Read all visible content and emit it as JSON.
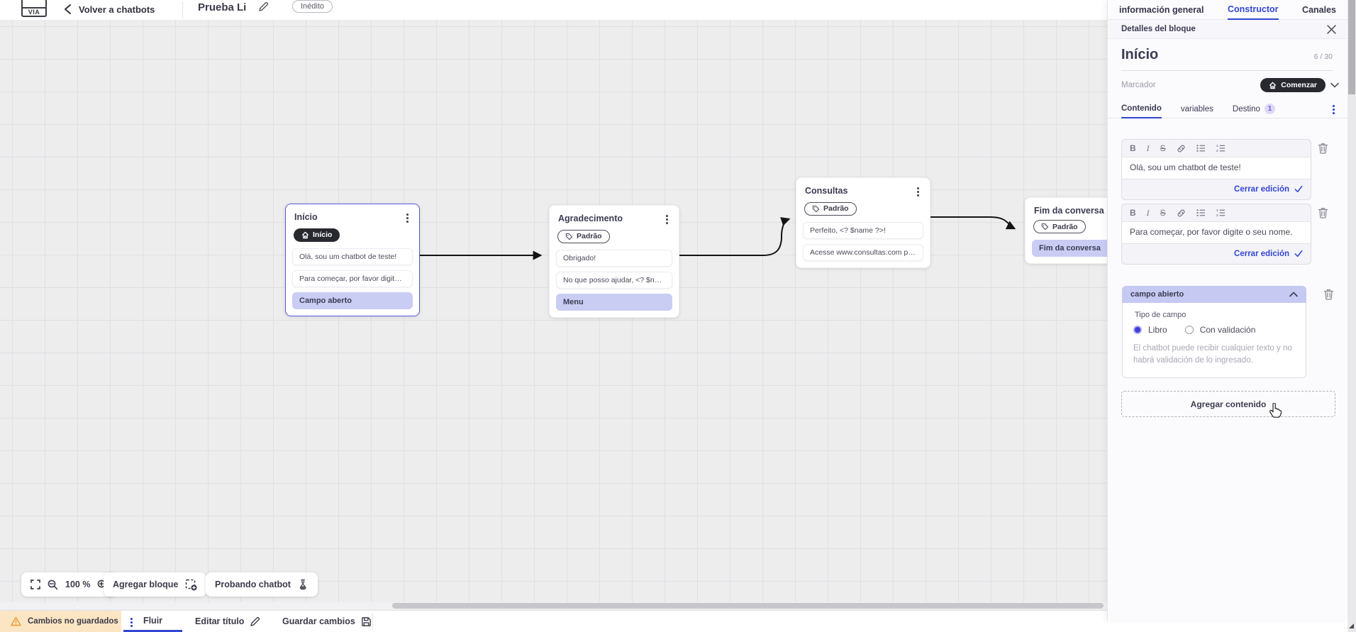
{
  "colors": {
    "accent_blue": "#3346d3",
    "purple_item": "#c9cdf4",
    "dark_pill": "#28282f",
    "warning_bg": "#fbe5c3",
    "canvas_bg": "#ededee",
    "selected_border": "#5d59d6"
  },
  "topbar": {
    "logo_text": "VIA",
    "back_label": "Volver a chatbots",
    "title": "Prueba Li",
    "status_badge": "Inédito"
  },
  "panel": {
    "tabs": [
      {
        "label": "información general"
      },
      {
        "label": "Constructor"
      },
      {
        "label": "Canales"
      }
    ],
    "header": "Detalles del bloque",
    "block_title": "Início",
    "count": "6 / 30",
    "marker_label": "Marcador",
    "marker_value": "Comenzar",
    "subtabs": [
      {
        "label": "Contenido"
      },
      {
        "label": "variables"
      },
      {
        "label": "Destino",
        "badge": "1"
      }
    ],
    "editors": [
      {
        "text": "Olá, sou um chatbot de teste!",
        "close_label": "Cerrar edición"
      },
      {
        "text": "Para começar, por favor digite o seu nome.",
        "close_label": "Cerrar edición"
      }
    ],
    "field_section": {
      "header": "campo abierto",
      "type_label": "Tipo de campo",
      "options": [
        {
          "label": "Libro",
          "selected": true
        },
        {
          "label": "Con validación",
          "selected": false
        }
      ],
      "help": "El chatbot puede recibir cualquier texto y no habrá validación de lo ingresado."
    },
    "add_content_label": "Agregar contenido"
  },
  "canvas": {
    "zoom_level": "100 %",
    "add_block_label": "Agregar bloque",
    "test_label": "Probando chatbot",
    "blocks": [
      {
        "title": "Início",
        "badge": "Início",
        "items": [
          {
            "text": "Olá, sou um chatbot de teste!"
          },
          {
            "text": "Para começar, por favor digite o ..."
          },
          {
            "text": "Campo aberto"
          }
        ]
      },
      {
        "title": "Agradecimento",
        "badge": "Padrão",
        "items": [
          {
            "text": "Obrigado!"
          },
          {
            "text": "No que posso ajudar, <? $name ..."
          },
          {
            "text": "Menu"
          }
        ]
      },
      {
        "title": "Consultas",
        "badge": "Padrão",
        "items": [
          {
            "text": "Perfeito, <? $name ?>!"
          },
          {
            "text": "Acesse www.consultas.com par..."
          }
        ]
      },
      {
        "title": "Fim da conversa",
        "badge": "Padrão",
        "items": [
          {
            "text": "Fim da conversa"
          }
        ]
      }
    ]
  },
  "bottombar": {
    "warning": "Cambios no guardados",
    "tab": "Fluir",
    "edit_title_label": "Editar título",
    "save_label": "Guardar cambios"
  }
}
